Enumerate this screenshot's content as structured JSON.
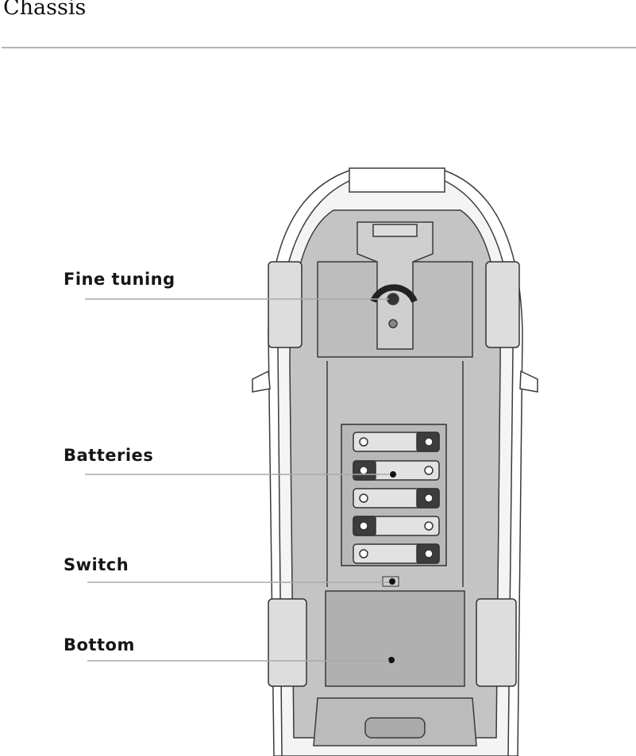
{
  "header": {
    "title": "Chassis"
  },
  "callouts": [
    {
      "label": "Fine tuning"
    },
    {
      "label": "Batteries"
    },
    {
      "label": "Switch"
    },
    {
      "label": "Bottom"
    }
  ],
  "colors": {
    "chassis": "#c4c4c4",
    "outline": "#3a3a3a",
    "leader": "#a8a8a8"
  }
}
